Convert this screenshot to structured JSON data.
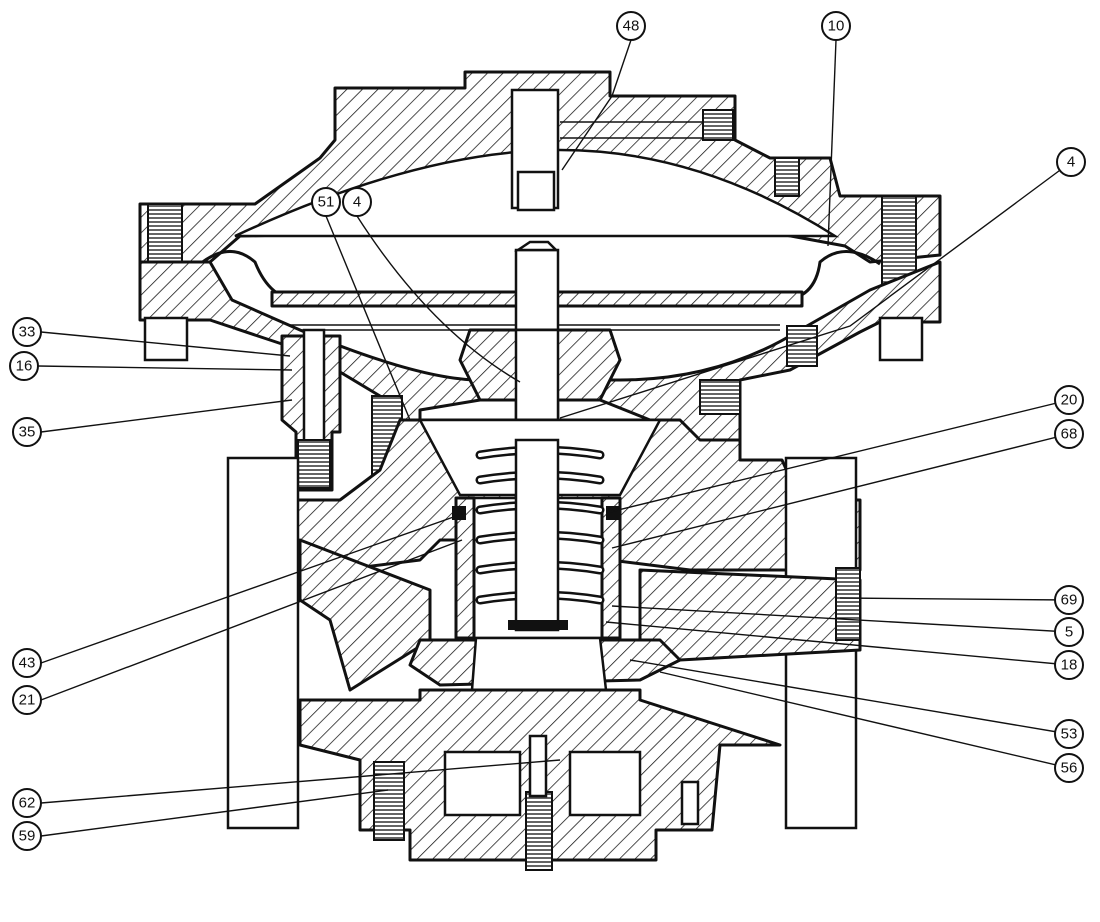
{
  "colors": {
    "ink": "#111111",
    "paper": "#ffffff"
  },
  "callouts": [
    {
      "id": "c48",
      "label": "48"
    },
    {
      "id": "c10",
      "label": "10"
    },
    {
      "id": "c4a",
      "label": "4"
    },
    {
      "id": "c51",
      "label": "51"
    },
    {
      "id": "c4b",
      "label": "4"
    },
    {
      "id": "c33",
      "label": "33"
    },
    {
      "id": "c16",
      "label": "16"
    },
    {
      "id": "c35",
      "label": "35"
    },
    {
      "id": "c20",
      "label": "20"
    },
    {
      "id": "c68",
      "label": "68"
    },
    {
      "id": "c69",
      "label": "69"
    },
    {
      "id": "c5",
      "label": "5"
    },
    {
      "id": "c18",
      "label": "18"
    },
    {
      "id": "c43",
      "label": "43"
    },
    {
      "id": "c21",
      "label": "21"
    },
    {
      "id": "c53",
      "label": "53"
    },
    {
      "id": "c56",
      "label": "56"
    },
    {
      "id": "c62",
      "label": "62"
    },
    {
      "id": "c59",
      "label": "59"
    }
  ]
}
